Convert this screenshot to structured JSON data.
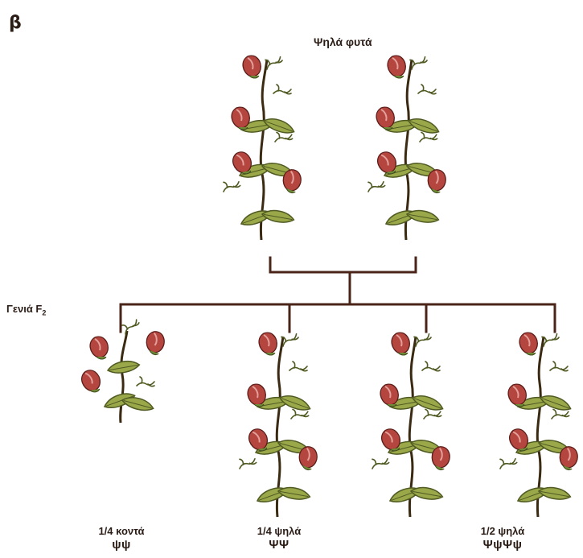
{
  "panel_letter": "β",
  "parents": {
    "title": "Ψηλά φυτά"
  },
  "generation": {
    "label": "Γενιά F",
    "subscript": "2"
  },
  "offspring": [
    {
      "ratio": "1/4 κοντά",
      "genotype": "ψψ"
    },
    {
      "ratio": "1/4 ψηλά",
      "genotype": "ΨΨ"
    },
    {
      "ratio": "1/2 ψηλά",
      "genotype": "ΨψΨψ"
    }
  ],
  "colors": {
    "stem": "#3a2a12",
    "leaf": "#9aa84a",
    "leaf_dark": "#4f5a22",
    "flower": "#b5453f",
    "flower_light": "#e3a09a",
    "line": "#4a2418"
  }
}
